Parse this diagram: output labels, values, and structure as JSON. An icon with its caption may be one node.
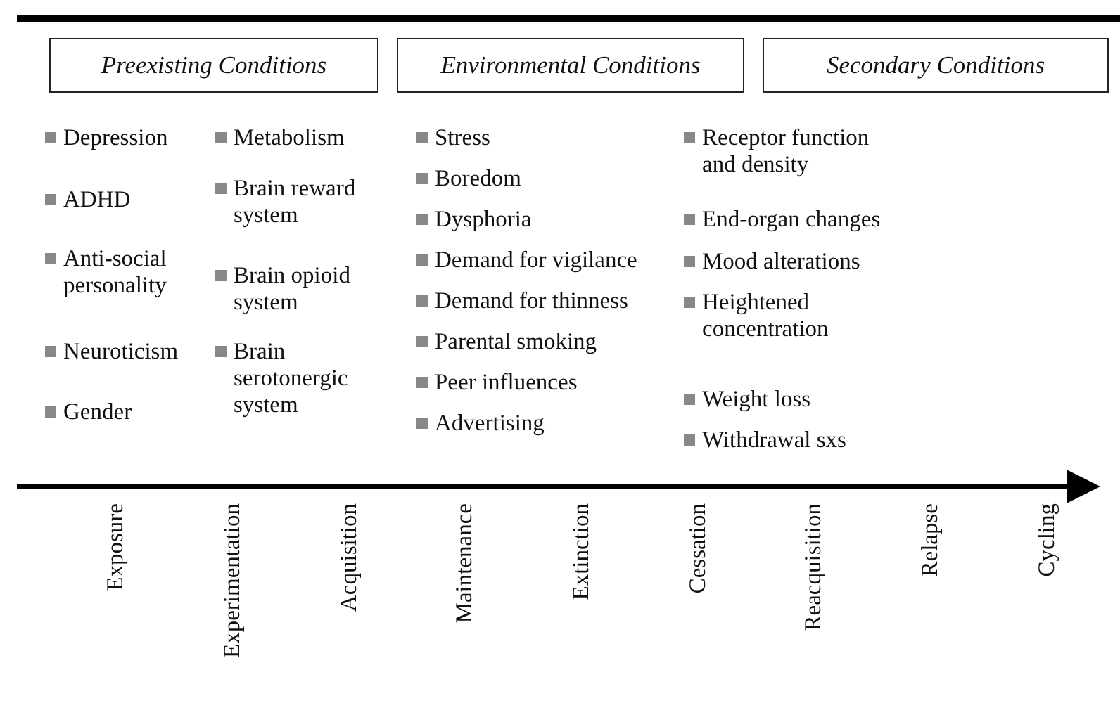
{
  "diagram": {
    "nodes": [
      {
        "text": [
          "Preexisting Conditions"
        ]
      },
      {
        "text": [
          "Environmental Conditions"
        ]
      },
      {
        "text": [
          "Secondary Conditions"
        ]
      }
    ],
    "edges": [],
    "labels": [
      "Depression",
      "ADHD",
      "Anti-social personality",
      "Neuroticism",
      "Gender",
      "Metabolism",
      "Brain reward system",
      "Brain opioid system",
      "Brain serotonergic system",
      "Stress",
      "Boredom",
      "Dysphoria",
      "Demand for vigilance",
      "Demand for thinness",
      "Parental smoking",
      "Peer influences",
      "Advertising",
      "Receptor function and density",
      "End-organ changes",
      "Mood alterations",
      "Heightened concentration",
      "Weight loss",
      "Withdrawal sxs",
      "Exposure",
      "Experimentation",
      "Acquisition",
      "Maintenance",
      "Extinction",
      "Cessation",
      "Reacquisition",
      "Relapse",
      "Cycling"
    ]
  }
}
